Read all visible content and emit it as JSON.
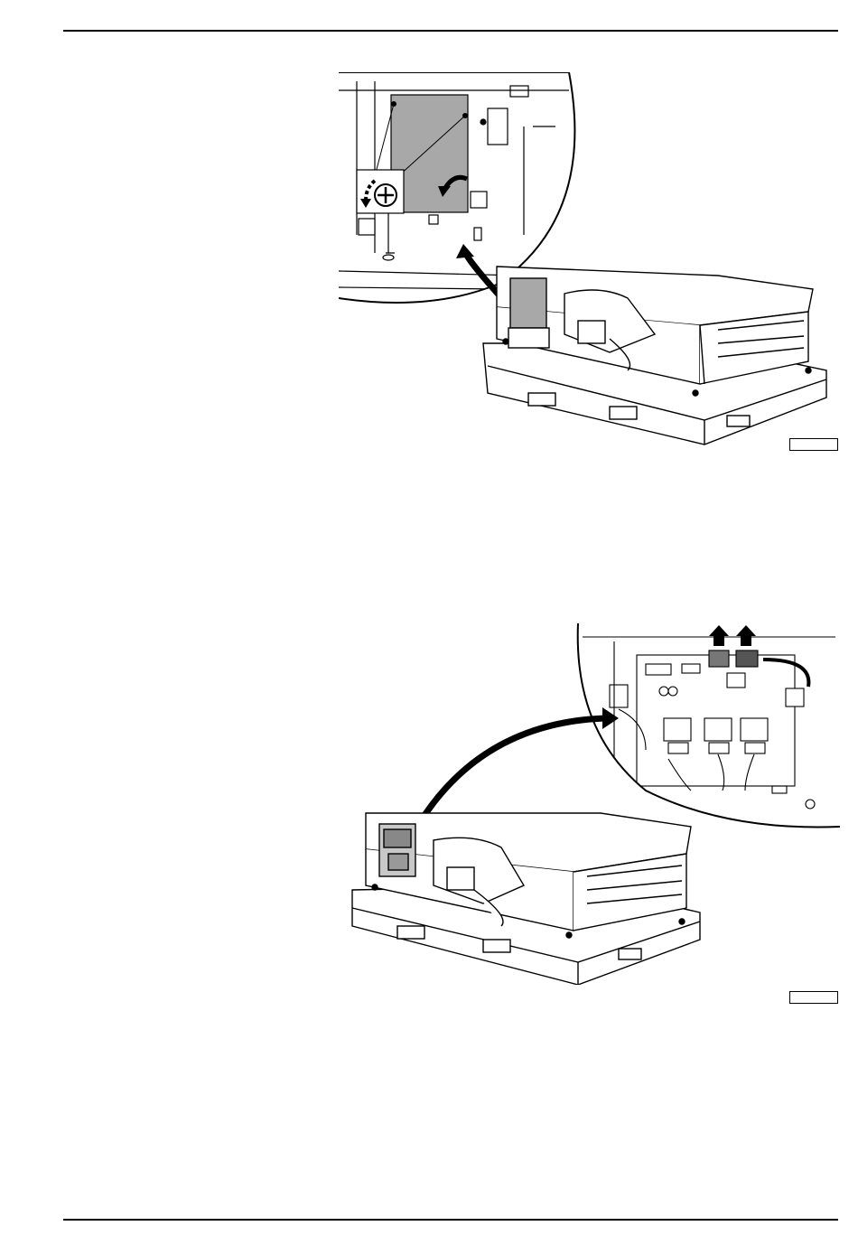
{
  "page": {
    "figures": [
      {
        "id": "figure-1",
        "content": "remove-cover-panel"
      },
      {
        "id": "figure-2",
        "content": "disconnect-pcb-connectors"
      }
    ]
  },
  "icons": {
    "screw": "phillips-screw-icon",
    "rotate": "counterclockwise-arrow-icon",
    "pointer": "callout-arrow-icon",
    "connector_pull": "up-arrow-icon"
  },
  "colors": {
    "line": "#000000",
    "panel_fill": "#a8a8a8",
    "background": "#ffffff"
  }
}
